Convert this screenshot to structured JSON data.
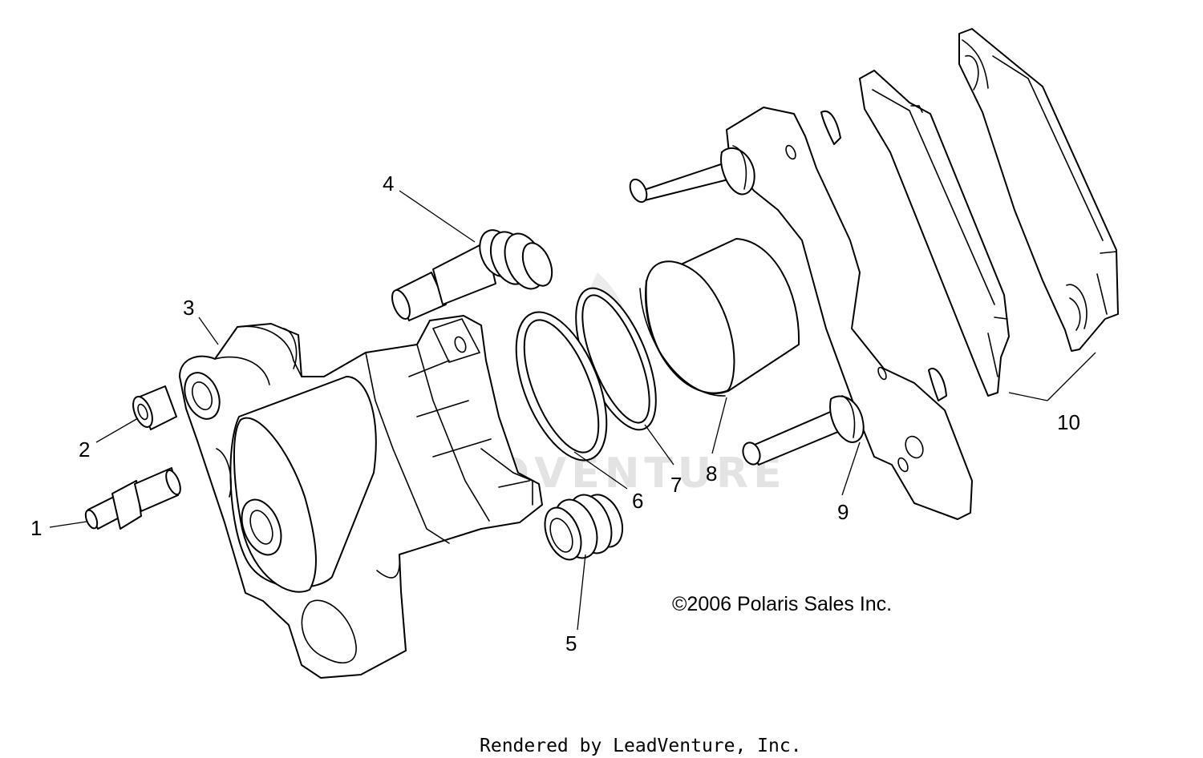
{
  "diagram": {
    "callouts": [
      {
        "id": "1",
        "label": "1"
      },
      {
        "id": "2",
        "label": "2"
      },
      {
        "id": "3",
        "label": "3"
      },
      {
        "id": "4",
        "label": "4"
      },
      {
        "id": "5",
        "label": "5"
      },
      {
        "id": "6",
        "label": "6"
      },
      {
        "id": "7",
        "label": "7"
      },
      {
        "id": "8",
        "label": "8"
      },
      {
        "id": "9",
        "label": "9"
      },
      {
        "id": "10",
        "label": "10"
      }
    ],
    "watermark": "LEADVENTURE",
    "copyright": "©2006 Polaris Sales Inc.",
    "credit": "Rendered by LeadVenture, Inc."
  },
  "colors": {
    "line": "#000000",
    "background": "#ffffff",
    "watermark": "#e3e3e3"
  }
}
